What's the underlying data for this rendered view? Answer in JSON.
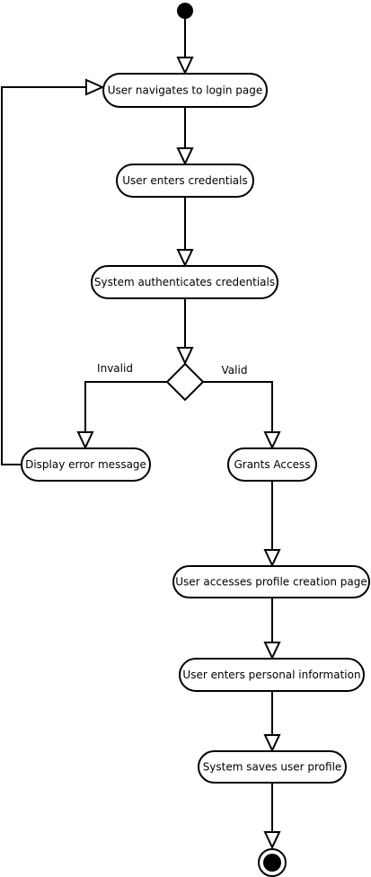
{
  "diagram": {
    "type": "activity",
    "nodes": {
      "navigate": "User navigates to login page",
      "enter_credentials": "User enters credentials",
      "authenticate": "System authenticates credentials",
      "error": "Display error message",
      "grant": "Grants Access",
      "profile_page": "User accesses profile creation page",
      "personal_info": "User enters personal information",
      "save_profile": "System saves user profile"
    },
    "guards": {
      "invalid": "Invalid",
      "valid": "Valid"
    },
    "edges": [
      {
        "from": "start",
        "to": "navigate"
      },
      {
        "from": "navigate",
        "to": "enter_credentials"
      },
      {
        "from": "enter_credentials",
        "to": "authenticate"
      },
      {
        "from": "authenticate",
        "to": "decision"
      },
      {
        "from": "decision",
        "to": "error",
        "guard": "Invalid"
      },
      {
        "from": "decision",
        "to": "grant",
        "guard": "Valid"
      },
      {
        "from": "error",
        "to": "navigate"
      },
      {
        "from": "grant",
        "to": "profile_page"
      },
      {
        "from": "profile_page",
        "to": "personal_info"
      },
      {
        "from": "personal_info",
        "to": "save_profile"
      },
      {
        "from": "save_profile",
        "to": "end"
      }
    ]
  }
}
